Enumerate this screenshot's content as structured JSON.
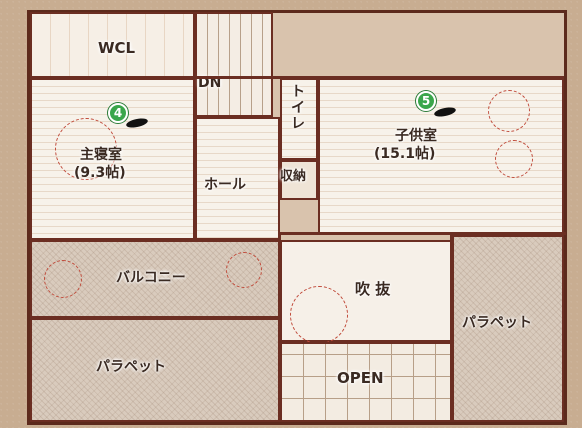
{
  "rooms": {
    "wcl": "WCL",
    "dn": "DN",
    "toilet": "トイレ",
    "master_bedroom_name": "主寝室",
    "master_bedroom_size": "(9.3帖)",
    "master_bedroom_marker": "4",
    "kids_room_name": "子供室",
    "kids_room_size": "(15.1帖)",
    "kids_room_marker": "5",
    "hall": "ホール",
    "storage": "収納",
    "balcony": "バルコニー",
    "void": "吹 抜",
    "parapet_right": "パラペット",
    "parapet_bottom": "パラペット",
    "open": "OPEN"
  },
  "colors": {
    "wall": "#6b2e22",
    "marker": "#3aa64b",
    "door_arc": "#c04a3a"
  }
}
